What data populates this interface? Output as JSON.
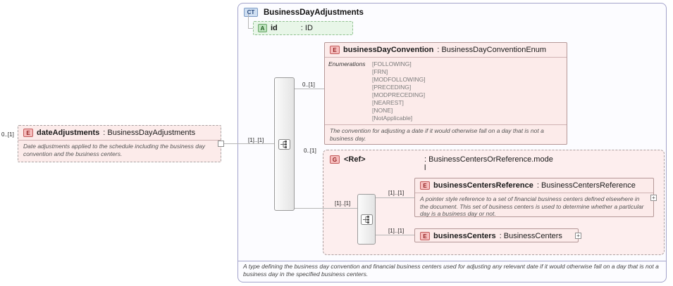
{
  "date_adjustments": {
    "cardinality": "0..[1]",
    "icon": "E",
    "name": "dateAdjustments",
    "type": ": BusinessDayAdjustments",
    "annotation": "Date adjustments applied to the schedule including the business day convention and the business centers."
  },
  "complex_type": {
    "icon": "CT",
    "title": "BusinessDayAdjustments",
    "annotation": "A type defining the business day convention and financial business centers used for adjusting any relevant date if it would otherwise fall on a day that is not a business day in the specified business centers.",
    "attribute_id": {
      "icon": "A",
      "name": "id",
      "type": ": ID"
    },
    "cardinalities": {
      "sequence": "[1]..[1]",
      "convention": "0..[1]",
      "group": "0..[1]",
      "group_sequence": "[1]..[1]",
      "reference": "[1]..[1]",
      "centers": "[1]..[1]"
    },
    "convention": {
      "icon": "E",
      "name": "businessDayConvention",
      "type": ": BusinessDayConventionEnum",
      "facet_label": "Enumerations",
      "enumerations": [
        "[FOLLOWING]",
        "[FRN]",
        "[MODFOLLOWING]",
        "[PRECEDING]",
        "[MODPRECEDING]",
        "[NEAREST]",
        "[NONE]",
        "[NotApplicable]"
      ],
      "annotation": "The convention for adjusting a date if it would otherwise fall on a day that is not a business day."
    },
    "group": {
      "icon": "G",
      "name": "<Ref>",
      "type": ": BusinessCentersOrReference.mode",
      "type_wrap": "l",
      "reference": {
        "icon": "E",
        "name": "businessCentersReference",
        "type": ": BusinessCentersReference",
        "annotation": "A pointer style reference to a set of financial business centers defined elsewhere in the document. This set of business centers is used to determine whether a particular day is a business day or not.",
        "expand": "+"
      },
      "centers": {
        "icon": "E",
        "name": "businessCenters",
        "type": ": BusinessCenters",
        "expand": "+"
      }
    }
  }
}
